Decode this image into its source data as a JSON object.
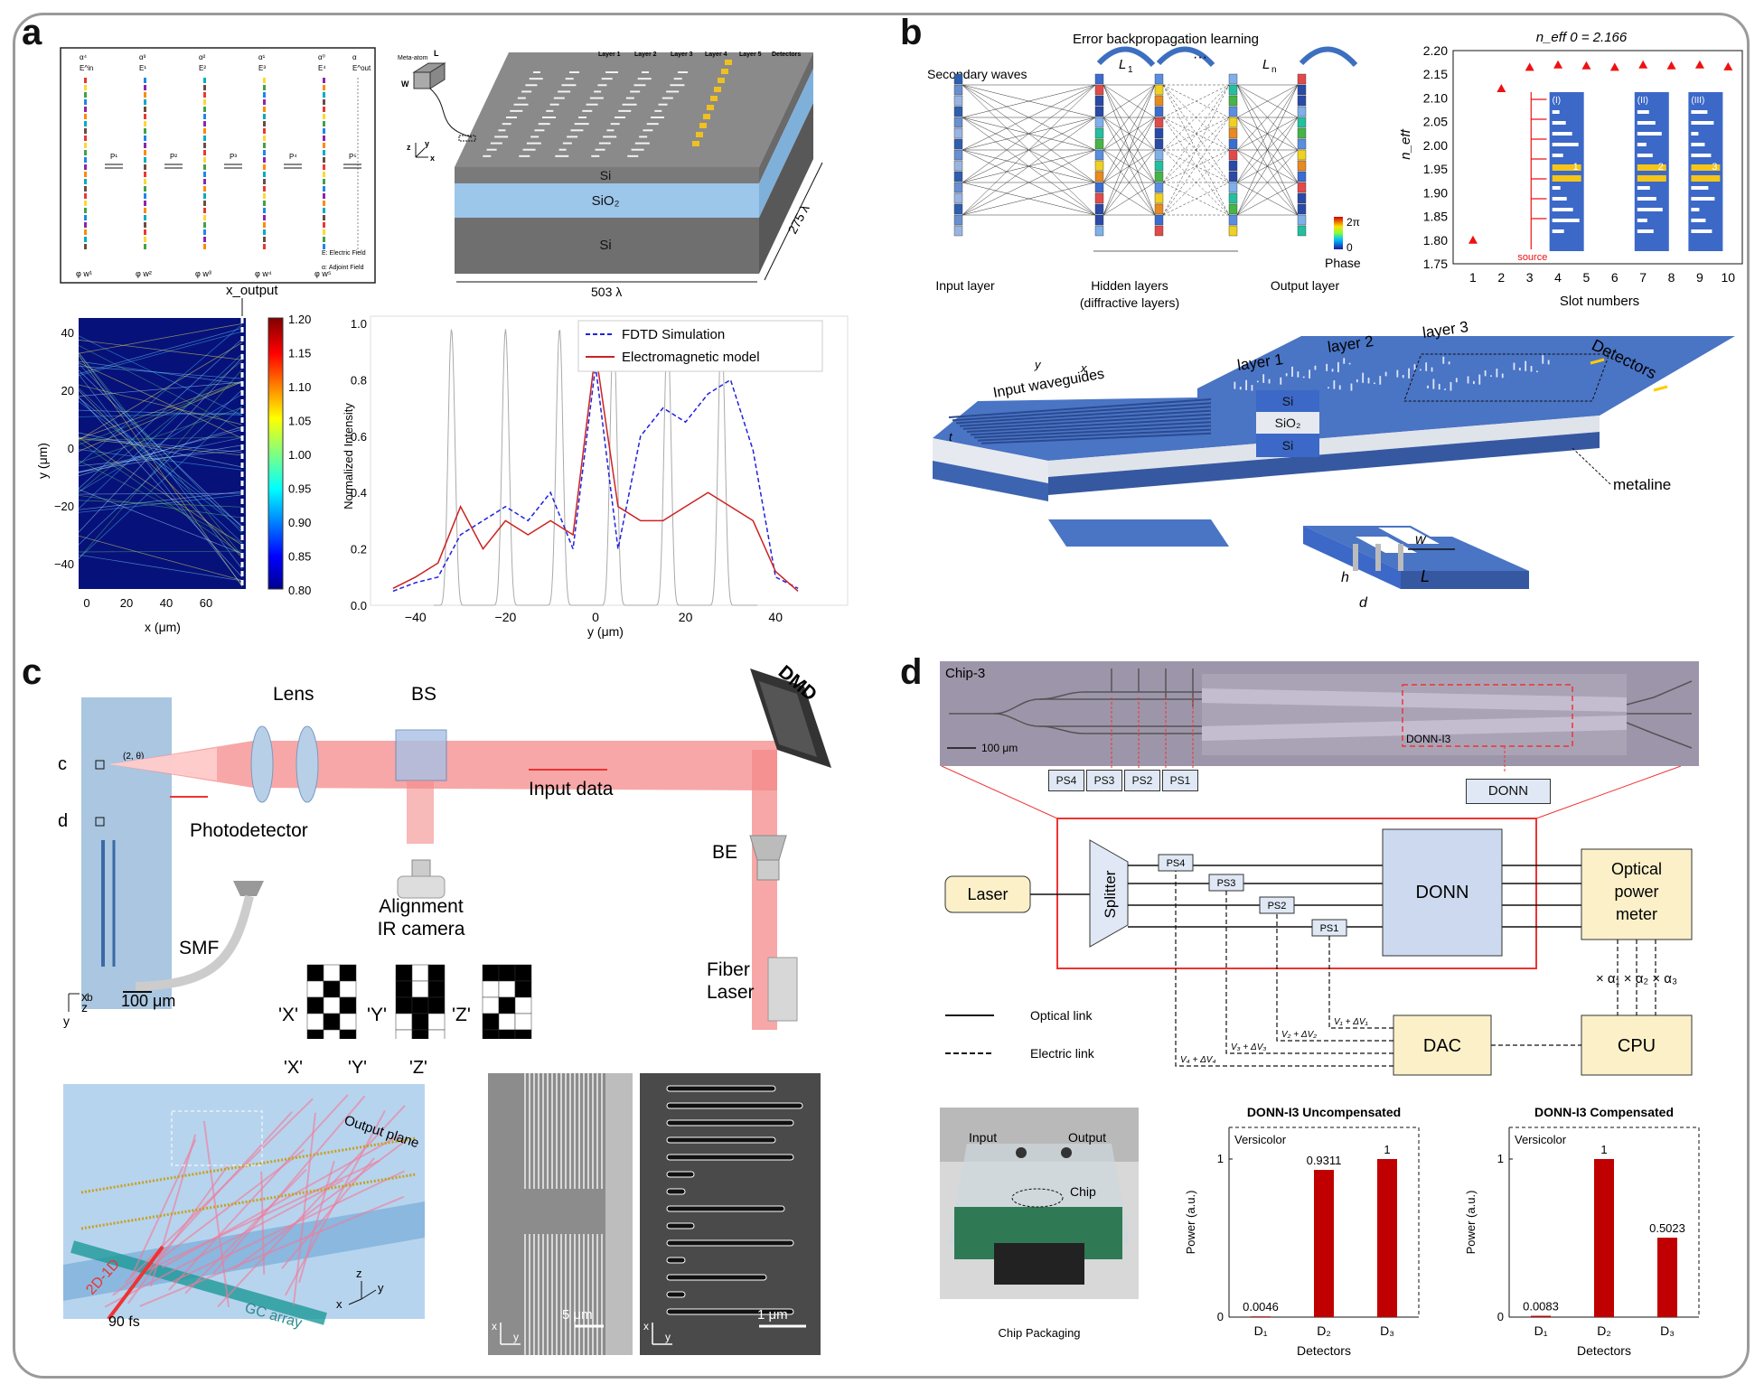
{
  "panels": {
    "a": {
      "label": "a",
      "schematic": {
        "alphas": [
          "α⁴",
          "α³",
          "α²",
          "α¹",
          "α⁰",
          "α"
        ],
        "fields": [
          "E^in",
          "E¹",
          "E²",
          "E³",
          "E⁴",
          "E^out"
        ],
        "props": [
          "P¹",
          "P²",
          "P³",
          "P⁴",
          "P⁵"
        ],
        "weights": [
          "φ w¹",
          "φ w²",
          "φ w³",
          "φ w⁴",
          "φ w⁵"
        ],
        "legend_e": "E: Electric Field",
        "legend_a": "α: Adjoint Field"
      },
      "device": {
        "meta_atom": "Meta-atom",
        "l": "L",
        "w": "W",
        "layers": [
          "Layer 1",
          "Layer 2",
          "Layer 3",
          "Layer 4",
          "Layer 5",
          "Detectors"
        ],
        "si_top": "Si",
        "sio2": "SiO₂",
        "si_bottom": "Si",
        "dim_width": "503 λ",
        "dim_depth": "275 λ",
        "axis_z": "z",
        "axis_y": "y",
        "axis_x": "x"
      },
      "heatmap": {
        "x_output": "x_output",
        "ylabel": "y (μm)",
        "xlabel": "x (μm)",
        "yticks": [
          "40",
          "20",
          "0",
          "−20",
          "−40"
        ],
        "xticks": [
          "0",
          "20",
          "40",
          "60"
        ],
        "cbar_ticks": [
          "1.20",
          "1.15",
          "1.10",
          "1.05",
          "1.00",
          "0.95",
          "0.90",
          "0.85",
          "0.80"
        ]
      }
    },
    "b": {
      "label": "b",
      "network": {
        "title": "Error backpropagation learning",
        "secondary": "Secondary waves",
        "l1": "L",
        "ln": "L",
        "l1sub": "1",
        "lnsub": "n",
        "dots": "···",
        "input_layer": "Input layer",
        "hidden_layers": "Hidden layers",
        "hidden_sub": "(diffractive layers)",
        "output_layer": "Output layer",
        "cbar_top": "2π",
        "cbar_bottom": "0",
        "cbar_label": "Phase"
      },
      "chip": {
        "layer1": "layer 1",
        "layer2": "layer 2",
        "layer3": "layer 3",
        "detectors": "Detectors",
        "input_waveguides": "Input waveguides",
        "metaline": "metaline",
        "stack": [
          "Si",
          "SiO₂",
          "Si"
        ],
        "t1": "t",
        "t2": "t",
        "t3": "t",
        "w": "w",
        "h": "h",
        "d": "d",
        "L": "L",
        "axis_y": "y",
        "axis_x": "x"
      }
    },
    "c": {
      "label": "c",
      "setup": {
        "lens": "Lens",
        "bs": "BS",
        "dmd": "DMD",
        "input_data": "Input data",
        "be": "BE",
        "photodetector": "Photodetector",
        "alignment": "Alignment",
        "ir_camera": "IR camera",
        "fiber": "Fiber",
        "laser": "Laser",
        "smf": "SMF",
        "c": "c",
        "d": "d",
        "b": "b",
        "coord": "(2, θ)",
        "scale": "100 μm",
        "axis_x": "x",
        "axis_z": "z",
        "axis_y": "y",
        "letters": [
          "'X'",
          "'Y'",
          "'Z'"
        ]
      },
      "render": {
        "letters": [
          "'X'",
          "'Y'",
          "'Z'"
        ],
        "output_plane": "Output plane",
        "gc_array": "GC array",
        "conv": "2D-1D",
        "fs": "90 fs",
        "axis_z": "z",
        "axis_x": "x",
        "axis_y": "y"
      },
      "sem": {
        "scale1": "5 μm",
        "scale2": "1 μm",
        "axis_x": "x",
        "axis_y": "y"
      }
    },
    "d": {
      "label": "d",
      "chip": {
        "name": "Chip-3",
        "scale": "100 μm",
        "donn_label": "DONN-I3",
        "ps": [
          "PS4",
          "PS3",
          "PS2",
          "PS1"
        ],
        "donn": "DONN"
      },
      "block": {
        "laser": "Laser",
        "splitter": "Splitter",
        "ps": [
          "PS4",
          "PS3",
          "PS2",
          "PS1"
        ],
        "donn": "DONN",
        "meter": [
          "Optical",
          "power",
          "meter"
        ],
        "dac": "DAC",
        "cpu": "CPU",
        "alphas": "× α₁ × α₂ × α₃",
        "volts": [
          "V₁ + ΔV₁",
          "V₂ + ΔV₂",
          "V₃ + ΔV₃",
          "V₄ + ΔV₄"
        ],
        "optical_link": "Optical link",
        "electric_link": "Electric link"
      },
      "photo": {
        "input": "Input",
        "output": "Output",
        "chip": "Chip",
        "caption": "Chip Packaging"
      }
    }
  },
  "chart_data": [
    {
      "type": "line",
      "xlabel": "y (μm)",
      "ylabel": "Normalized Intensity",
      "xlim": [
        -50,
        50
      ],
      "ylim": [
        0,
        1.0
      ],
      "xticks": [
        "−40",
        "−20",
        "0",
        "20",
        "40"
      ],
      "yticks": [
        "0.0",
        "0.2",
        "0.4",
        "0.6",
        "0.8",
        "1.0"
      ],
      "legend": "top-right",
      "series": [
        {
          "name": "FDTD Simulation",
          "color": "#2222dd",
          "style": "dashed",
          "x": [
            -45,
            -40,
            -35,
            -30,
            -25,
            -20,
            -15,
            -10,
            -5,
            0,
            5,
            10,
            15,
            20,
            25,
            30,
            35,
            40,
            45
          ],
          "y": [
            0.05,
            0.08,
            0.1,
            0.25,
            0.3,
            0.35,
            0.3,
            0.4,
            0.2,
            0.85,
            0.2,
            0.6,
            0.7,
            0.65,
            0.75,
            0.8,
            0.55,
            0.1,
            0.06
          ]
        },
        {
          "name": "Electromagnetic model",
          "color": "#cc2222",
          "style": "solid",
          "x": [
            -45,
            -40,
            -35,
            -30,
            -25,
            -20,
            -15,
            -10,
            -5,
            0,
            5,
            10,
            15,
            20,
            25,
            30,
            35,
            40,
            45
          ],
          "y": [
            0.06,
            0.1,
            0.15,
            0.35,
            0.2,
            0.3,
            0.25,
            0.3,
            0.25,
            0.9,
            0.35,
            0.3,
            0.3,
            0.35,
            0.4,
            0.35,
            0.3,
            0.12,
            0.05
          ]
        }
      ]
    },
    {
      "type": "scatter",
      "title": "n_eff 0 = 2.166",
      "xlabel": "Slot numbers",
      "ylabel": "n_eff",
      "xlim": [
        0.3,
        10.5
      ],
      "ylim": [
        1.75,
        2.2
      ],
      "yticks": [
        "2.20",
        "2.15",
        "2.10",
        "2.05",
        "2.00",
        "1.95",
        "1.90",
        "1.85",
        "1.80",
        "1.75"
      ],
      "x": [
        1,
        2,
        3,
        4,
        5,
        6,
        7,
        8,
        9,
        10
      ],
      "y": [
        1.8,
        2.12,
        2.165,
        2.17,
        2.168,
        2.165,
        2.17,
        2.168,
        2.17,
        2.166
      ],
      "annotations": [
        "source",
        "(I)",
        "(II)",
        "(III)",
        "1",
        "2",
        "3",
        "···"
      ]
    },
    {
      "type": "bar",
      "title": "DONN-I3 Uncompensated",
      "legend": "Versicolor",
      "xlabel": "Detectors",
      "ylabel": "Power (a.u.)",
      "categories": [
        "D₁",
        "D₂",
        "D₃"
      ],
      "values": [
        0.0046,
        0.9311,
        1
      ],
      "labels": [
        "0.0046",
        "0.9311",
        "1"
      ],
      "yticks": [
        "0",
        "1"
      ],
      "ylim": [
        0,
        1.2
      ]
    },
    {
      "type": "bar",
      "title": "DONN-I3 Compensated",
      "legend": "Versicolor",
      "xlabel": "Detectors",
      "ylabel": "Power (a.u.)",
      "categories": [
        "D₁",
        "D₂",
        "D₃"
      ],
      "values": [
        0.0083,
        1,
        0.5023
      ],
      "labels": [
        "0.0083",
        "1",
        "0.5023"
      ],
      "yticks": [
        "0",
        "1"
      ],
      "ylim": [
        0,
        1.2
      ]
    }
  ]
}
